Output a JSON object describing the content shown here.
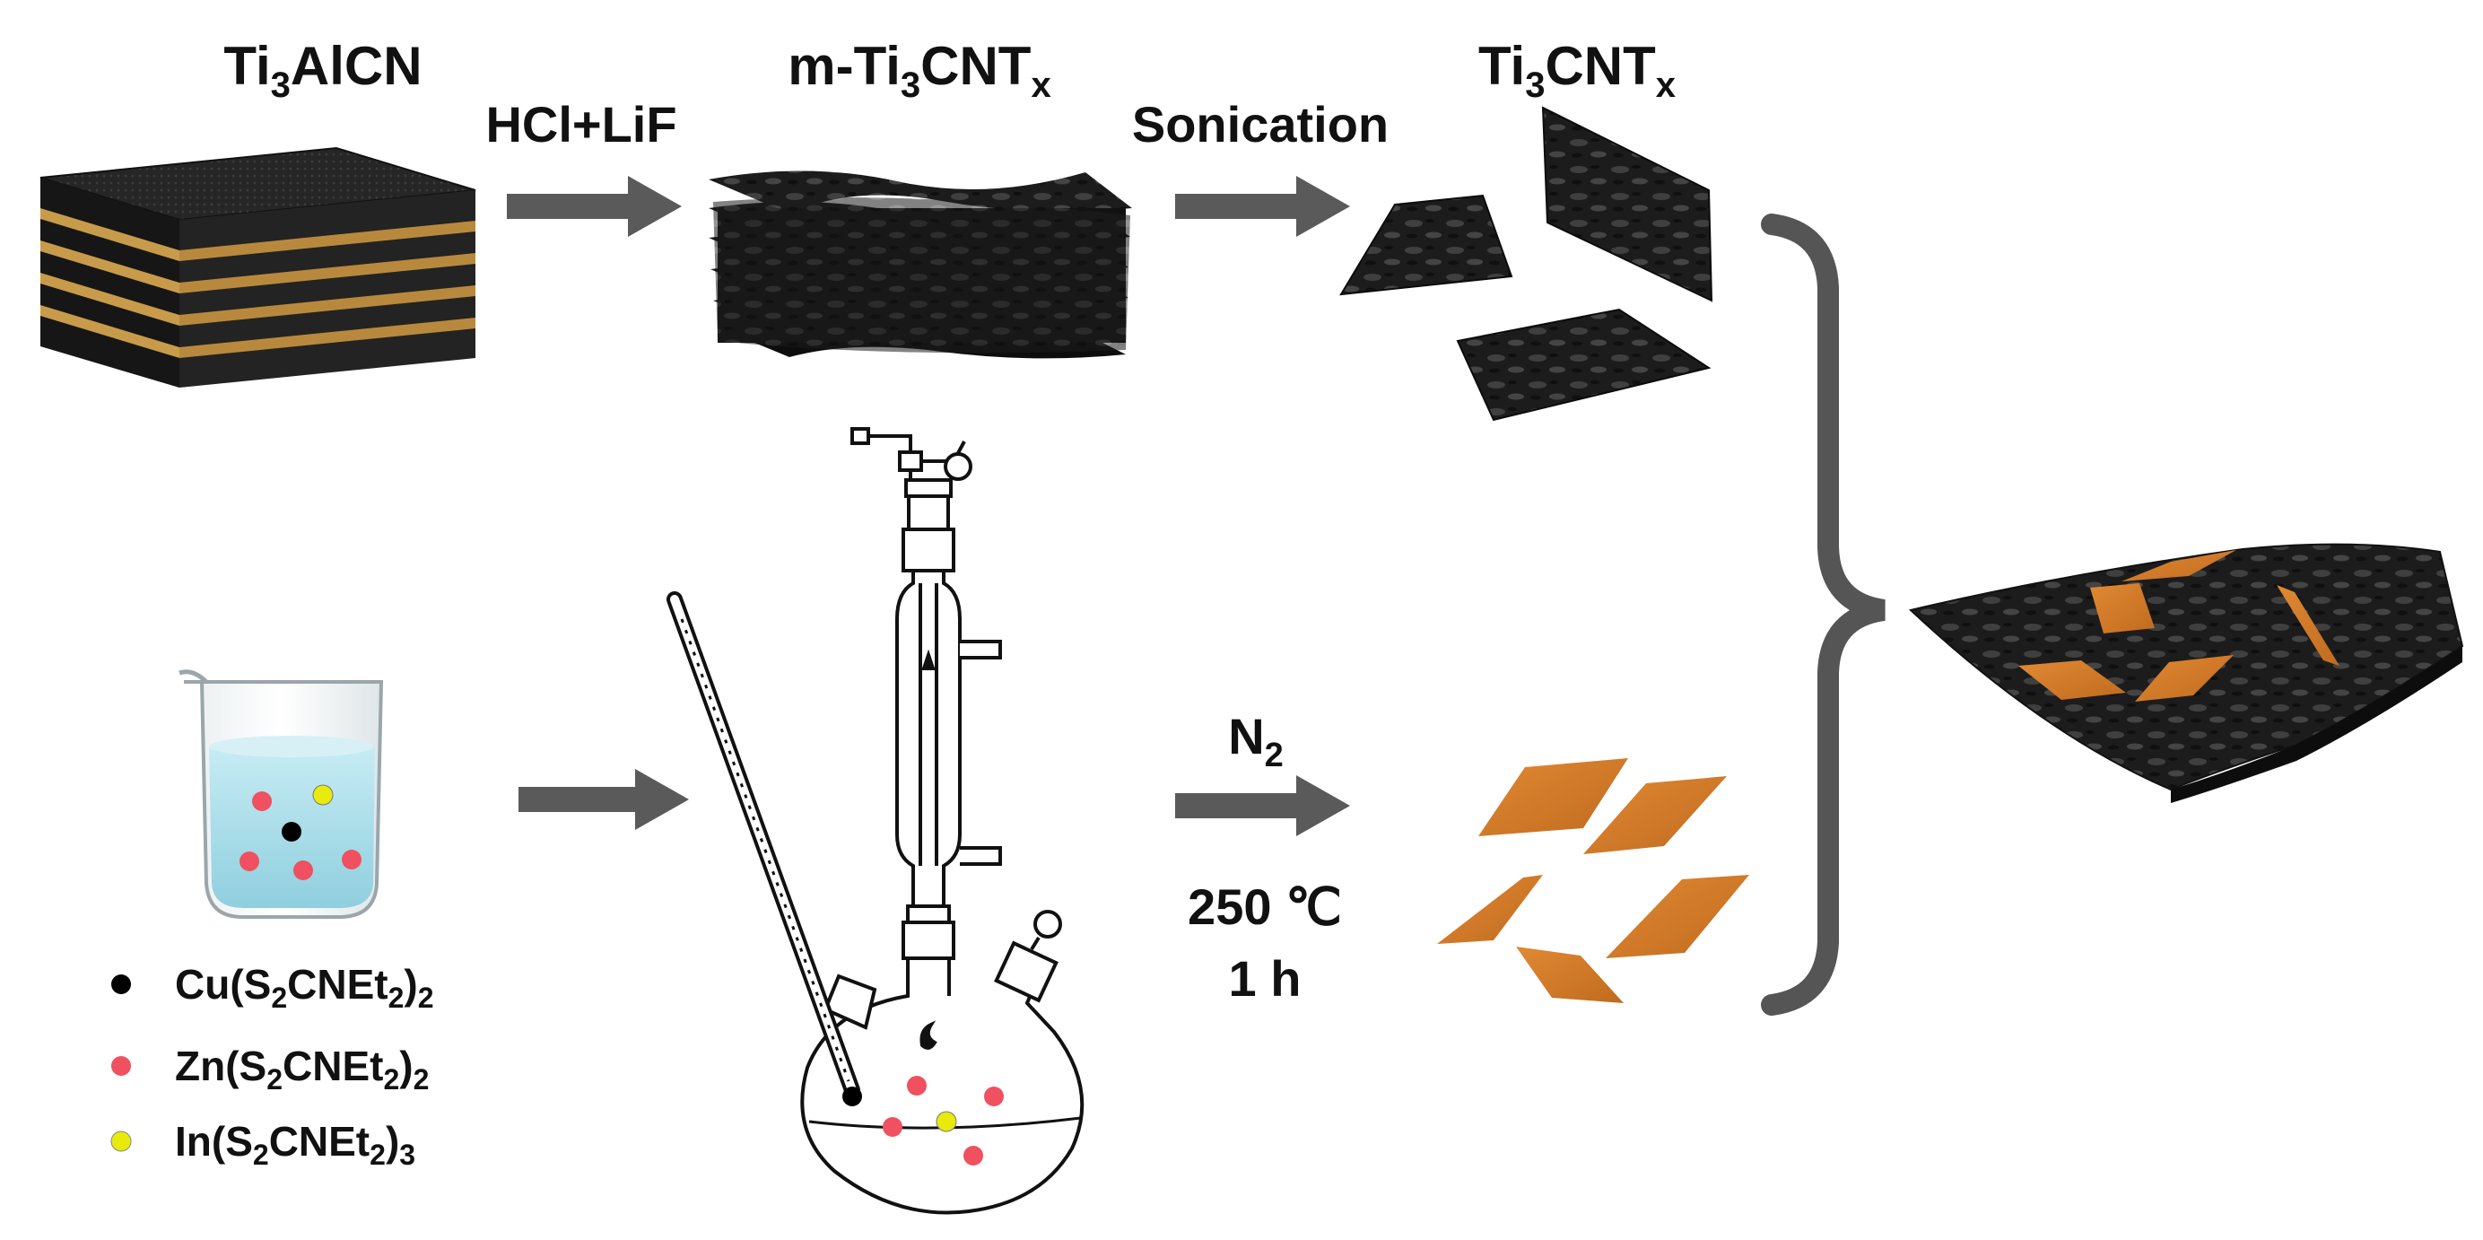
{
  "labels": {
    "ti3alcn": {
      "pre": "Ti",
      "sub": "3",
      "post": "AlCN"
    },
    "m_ti3cntx": {
      "pre": "m-Ti",
      "sub1": "3",
      "mid": "CNT",
      "sub2": "x"
    },
    "ti3cntx": {
      "pre": "Ti",
      "sub1": "3",
      "mid": "CNT",
      "sub2": "x"
    },
    "hcl_lif": "HCl+LiF",
    "sonication": "Sonication",
    "n2": {
      "pre": "N",
      "sub": "2"
    },
    "temperature": "250 ℃",
    "time": "1 h"
  },
  "legend": [
    {
      "color": "#000000",
      "name": "Cu",
      "formula": {
        "a": "Cu(S",
        "s1": "2",
        "b": "CNEt",
        "s2": "2",
        "c": ")",
        "s3": "2"
      }
    },
    {
      "color": "#f0505f",
      "name": "Zn",
      "formula": {
        "a": "Zn(S",
        "s1": "2",
        "b": "CNEt",
        "s2": "2",
        "c": ")",
        "s3": "2"
      }
    },
    {
      "color": "#e8ea0c",
      "name": "In",
      "formula": {
        "a": "In(S",
        "s1": "2",
        "b": "CNEt",
        "s2": "2",
        "c": ")",
        "s3": "3"
      }
    }
  ],
  "colors": {
    "arrow": "#5a5a5a",
    "mxene_sheet": "#1e1e1e",
    "al_layer": "#c89b4b",
    "nanoplate": "#d27a2a",
    "solution": "#a9dbe6",
    "bracket": "#555555"
  },
  "icons": [
    "beaker-icon",
    "three-neck-flask-icon",
    "thermometer-icon",
    "condenser-icon",
    "arrow-right-icon",
    "curly-brace-icon"
  ]
}
